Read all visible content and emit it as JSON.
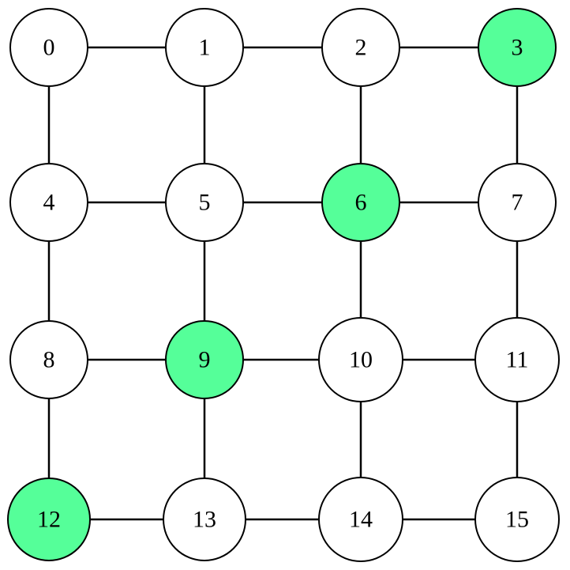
{
  "graph": {
    "nodes": [
      {
        "id": "0",
        "label": "0",
        "highlighted": false
      },
      {
        "id": "1",
        "label": "1",
        "highlighted": false
      },
      {
        "id": "2",
        "label": "2",
        "highlighted": false
      },
      {
        "id": "3",
        "label": "3",
        "highlighted": true
      },
      {
        "id": "4",
        "label": "4",
        "highlighted": false
      },
      {
        "id": "5",
        "label": "5",
        "highlighted": false
      },
      {
        "id": "6",
        "label": "6",
        "highlighted": true
      },
      {
        "id": "7",
        "label": "7",
        "highlighted": false
      },
      {
        "id": "8",
        "label": "8",
        "highlighted": false
      },
      {
        "id": "9",
        "label": "9",
        "highlighted": true
      },
      {
        "id": "10",
        "label": "10",
        "highlighted": false
      },
      {
        "id": "11",
        "label": "11",
        "highlighted": false
      },
      {
        "id": "12",
        "label": "12",
        "highlighted": true
      },
      {
        "id": "13",
        "label": "13",
        "highlighted": false
      },
      {
        "id": "14",
        "label": "14",
        "highlighted": false
      },
      {
        "id": "15",
        "label": "15",
        "highlighted": false
      }
    ],
    "edges": [
      [
        "0",
        "1"
      ],
      [
        "1",
        "2"
      ],
      [
        "2",
        "3"
      ],
      [
        "4",
        "5"
      ],
      [
        "5",
        "6"
      ],
      [
        "6",
        "7"
      ],
      [
        "8",
        "9"
      ],
      [
        "9",
        "10"
      ],
      [
        "10",
        "11"
      ],
      [
        "12",
        "13"
      ],
      [
        "13",
        "14"
      ],
      [
        "14",
        "15"
      ],
      [
        "0",
        "4"
      ],
      [
        "4",
        "8"
      ],
      [
        "8",
        "12"
      ],
      [
        "1",
        "5"
      ],
      [
        "5",
        "9"
      ],
      [
        "9",
        "13"
      ],
      [
        "2",
        "6"
      ],
      [
        "6",
        "10"
      ],
      [
        "10",
        "14"
      ],
      [
        "3",
        "7"
      ],
      [
        "7",
        "11"
      ],
      [
        "11",
        "15"
      ]
    ],
    "colors": {
      "highlight_fill": "#55ff99",
      "default_fill": "#ffffff",
      "stroke": "#000000"
    }
  }
}
